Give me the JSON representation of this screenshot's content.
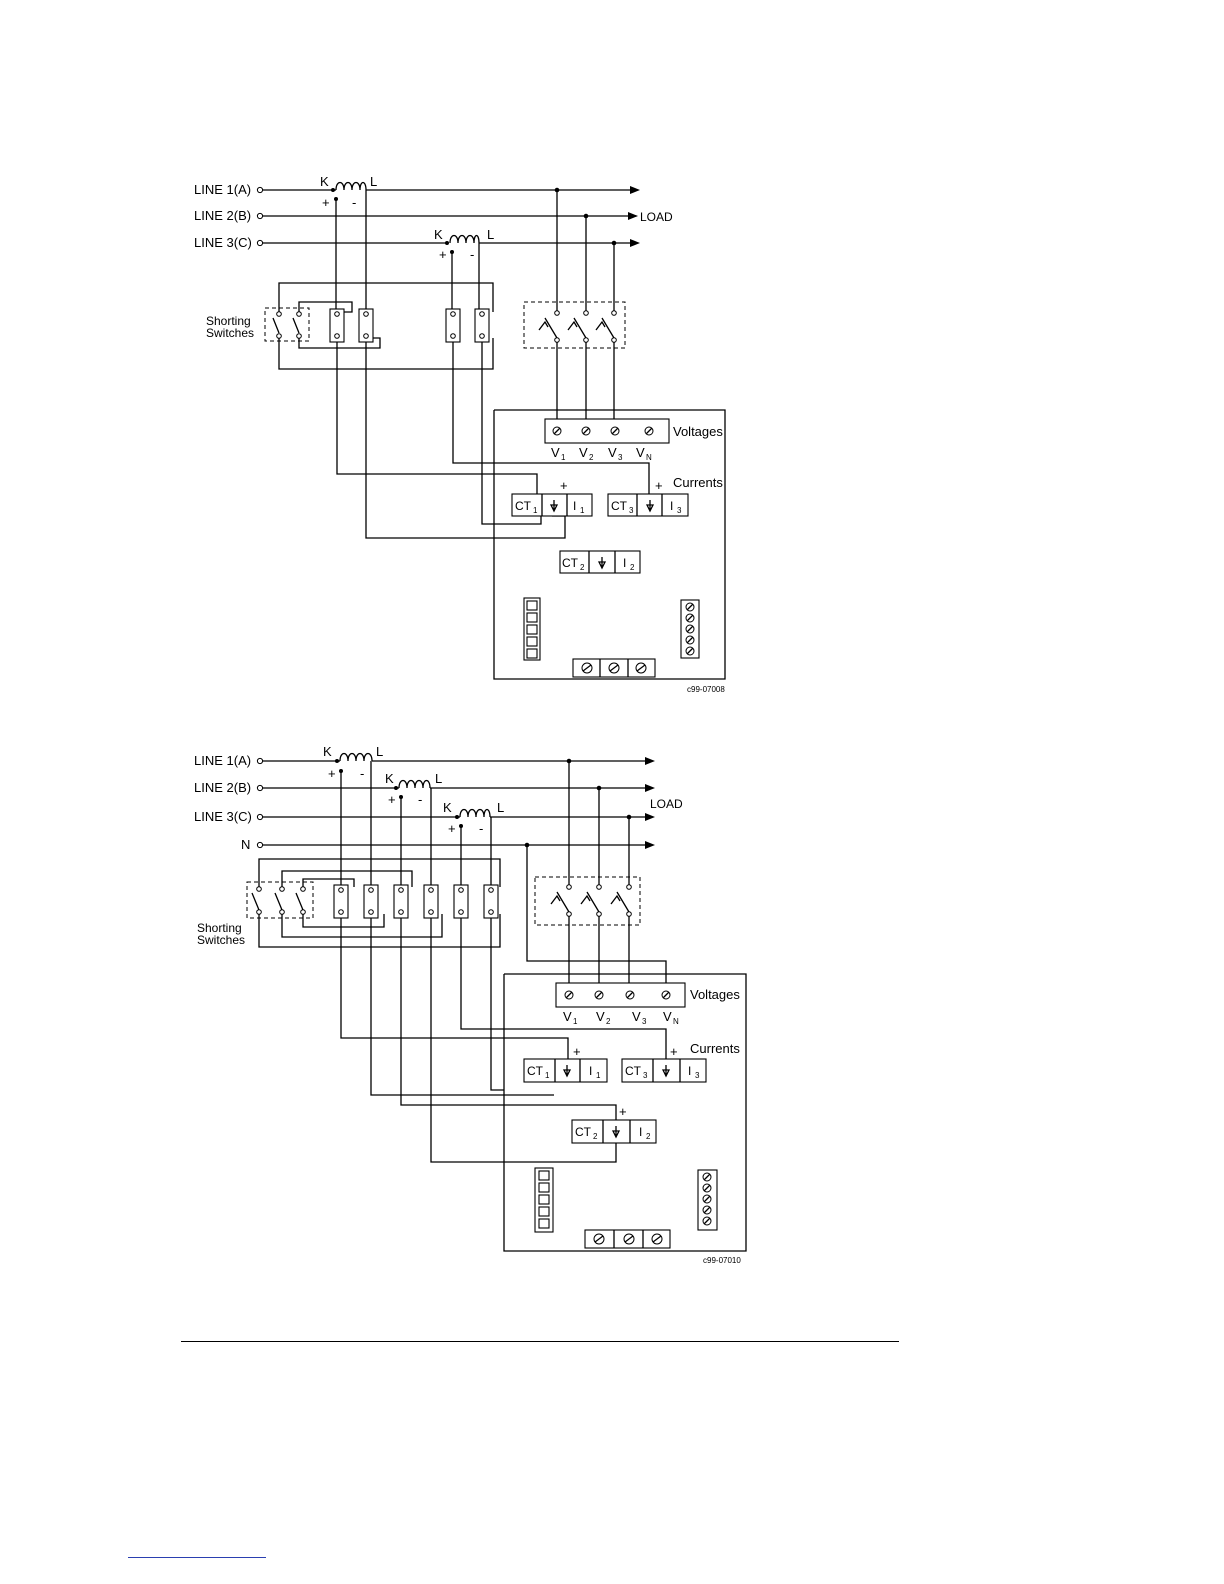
{
  "diagram1": {
    "lines": [
      "LINE 1(A)",
      "LINE 2(B)",
      "LINE 3(C)"
    ],
    "load": "LOAD",
    "ct_k": "K",
    "ct_l": "L",
    "plus": "+",
    "minus": "-",
    "shorting": [
      "Shorting",
      "Switches"
    ],
    "voltages": "Voltages",
    "currents": "Currents",
    "v_labels": [
      "V",
      "V",
      "V",
      "V"
    ],
    "v_subs": [
      "1",
      "2",
      "3",
      "N"
    ],
    "ct1": "CT",
    "ct1_sub": "1",
    "i1": "I",
    "i1_sub": "1",
    "ct3": "CT",
    "ct3_sub": "3",
    "i3": "I",
    "i3_sub": "3",
    "ct2": "CT",
    "ct2_sub": "2",
    "i2": "I",
    "i2_sub": "2",
    "code": "c99-07008"
  },
  "diagram2": {
    "lines": [
      "LINE 1(A)",
      "LINE 2(B)",
      "LINE 3(C)",
      "N"
    ],
    "load": "LOAD",
    "ct_k": "K",
    "ct_l": "L",
    "plus": "+",
    "minus": "-",
    "shorting": [
      "Shorting",
      "Switches"
    ],
    "voltages": "Voltages",
    "currents": "Currents",
    "v_labels": [
      "V",
      "V",
      "V",
      "V"
    ],
    "v_subs": [
      "1",
      "2",
      "3",
      "N"
    ],
    "ct1": "CT",
    "ct1_sub": "1",
    "i1": "I",
    "i1_sub": "1",
    "ct3": "CT",
    "ct3_sub": "3",
    "i3": "I",
    "i3_sub": "3",
    "ct2": "CT",
    "ct2_sub": "2",
    "i2": "I",
    "i2_sub": "2",
    "code": "c99-07010"
  }
}
